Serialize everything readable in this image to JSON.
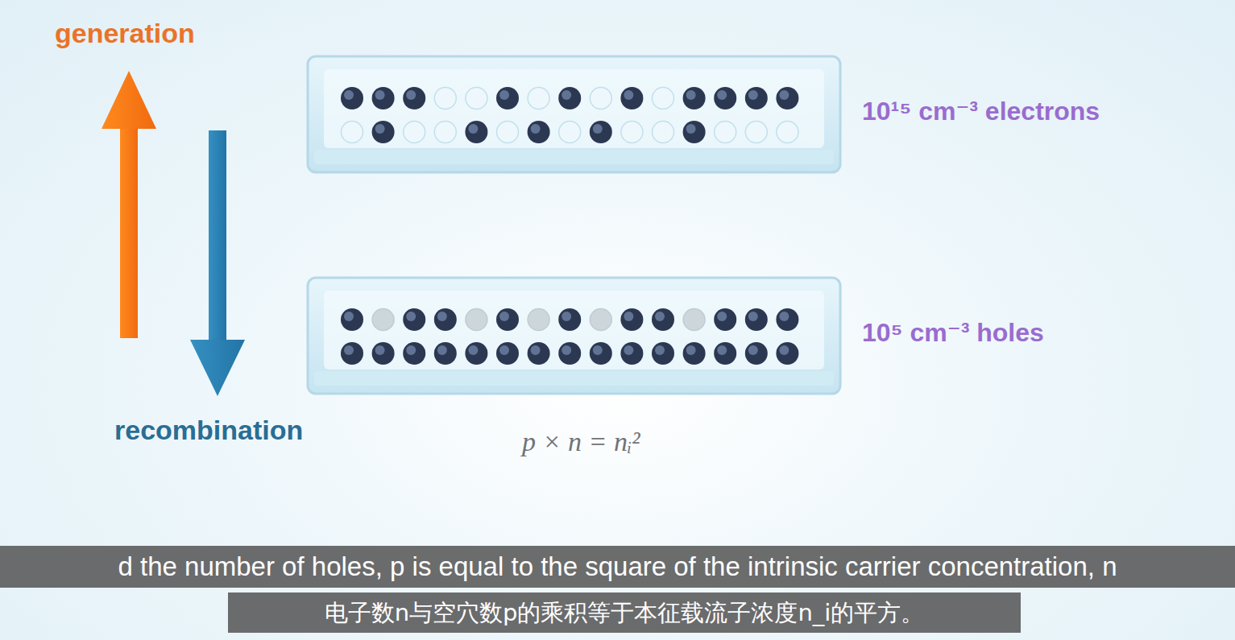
{
  "diagram": {
    "nodes": [
      {
        "text": [
          "10¹⁵ cm⁻³ electrons"
        ]
      },
      {
        "text": [
          "10⁵ cm⁻³ holes"
        ]
      }
    ],
    "labels": [
      "generation",
      "recombination",
      "p × n = nᵢ²",
      "d the number of holes, p is equal to the square of the intrinsic carrier concentration, n",
      "电子数n与空穴数p的乘积等于本征载流子浓度n_i的平方。"
    ]
  }
}
